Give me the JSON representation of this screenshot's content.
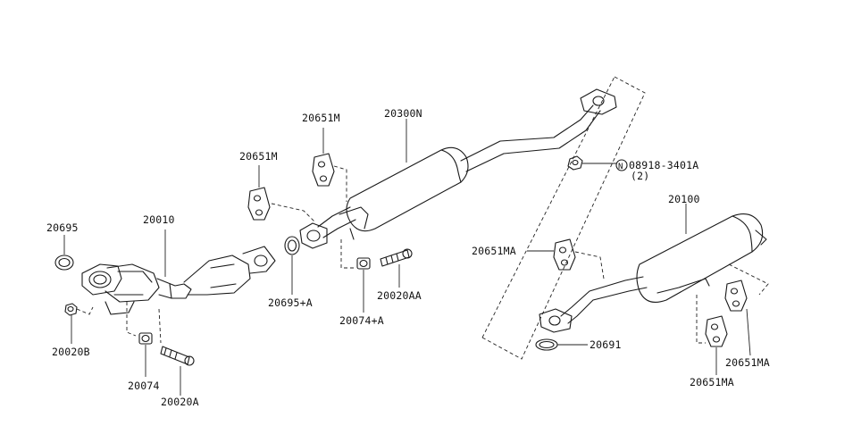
{
  "parts": {
    "p20695": "20695",
    "p20020B": "20020B",
    "p20010": "20010",
    "p20074": "20074",
    "p20020A": "20020A",
    "p20651M_left": "20651M",
    "p20651M_top": "20651M",
    "p20300N": "20300N",
    "p20695A": "20695+A",
    "p20074A": "20074+A",
    "p20020AA": "20020AA",
    "p08918": "08918-3401A",
    "p08918_qty": "(2)",
    "nut_symbol": "N",
    "p20100": "20100",
    "p20651MA_a": "20651MA",
    "p20691": "20691",
    "p20651MA_b": "20651MA",
    "p20651MA_c": "20651MA"
  }
}
